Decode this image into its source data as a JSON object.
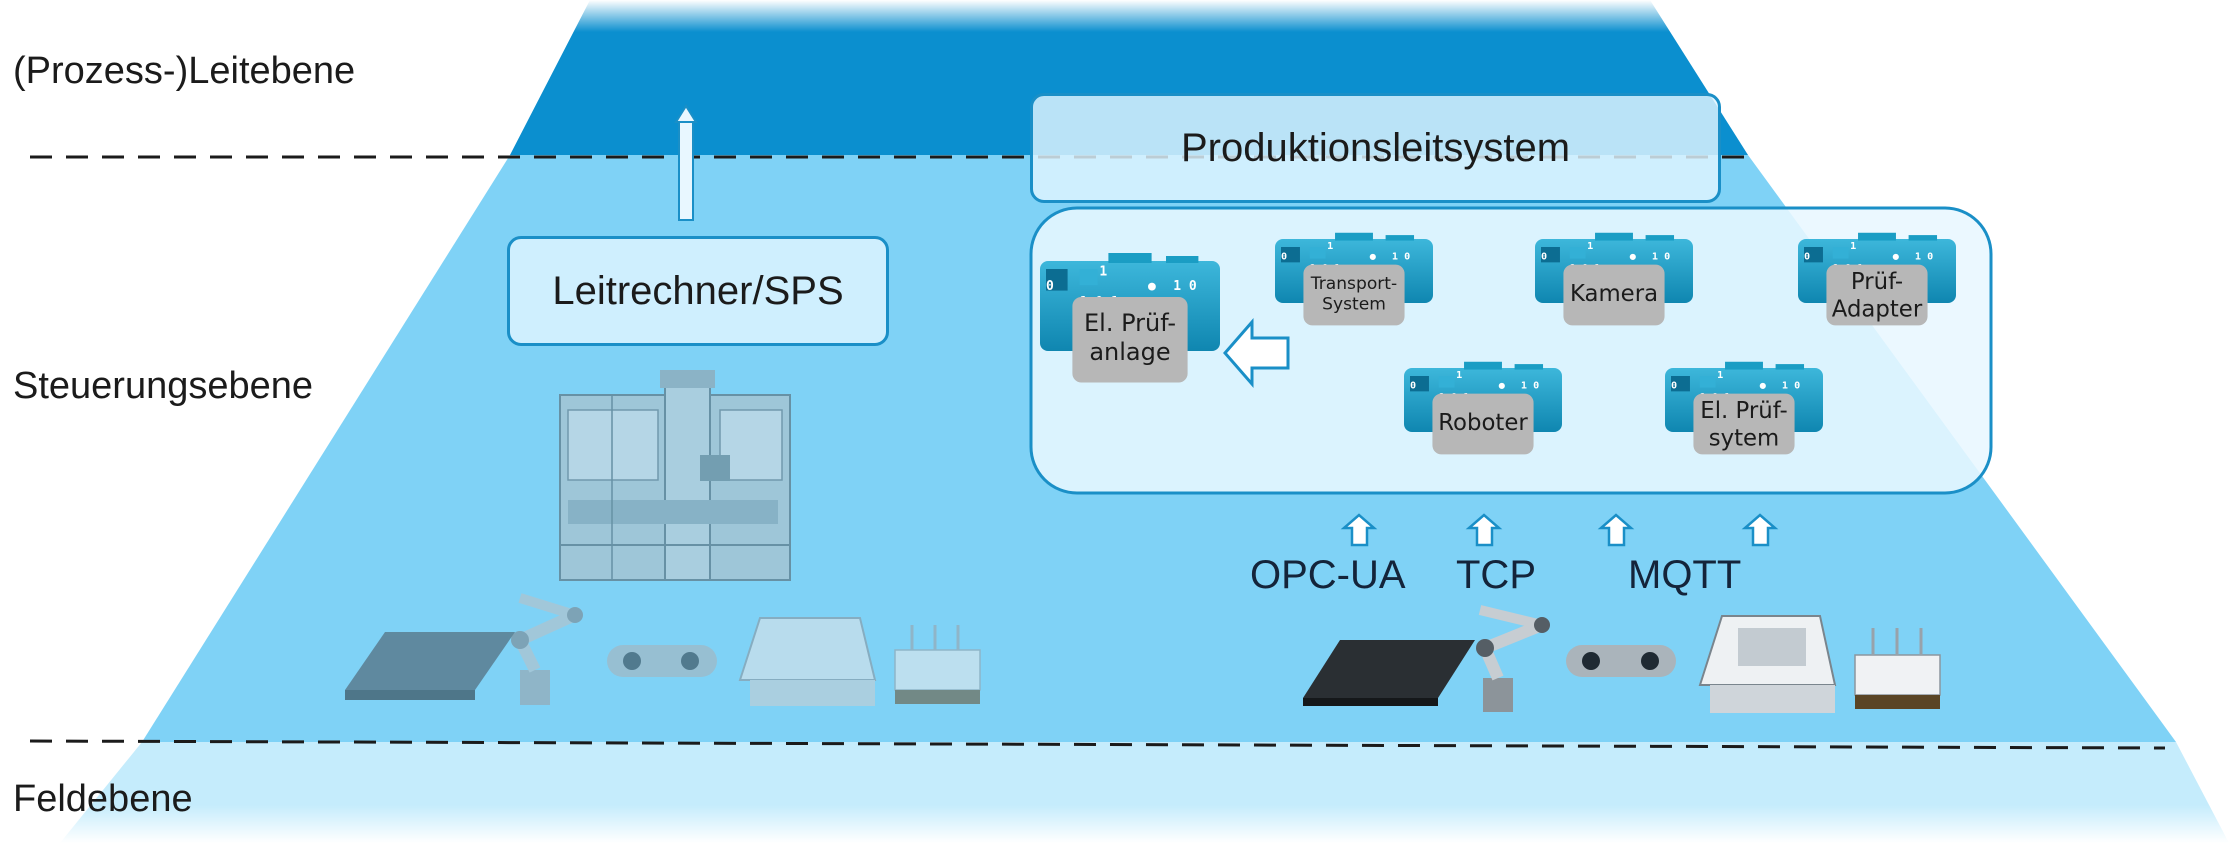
{
  "diagram": {
    "layers": {
      "top": "(Prozess-)Leitebene",
      "middle": "Steuerungsebene",
      "bottom": "Feldebene"
    },
    "leitrechner_label": "Leitrechner/SPS",
    "pls_label": "Produktionsleitsystem",
    "devices": [
      {
        "line1": "El. Prüf-",
        "line2": "anlage"
      },
      {
        "line1": "Transport-",
        "line2": "System"
      },
      {
        "line1": "Kamera",
        "line2": ""
      },
      {
        "line1": "Prüf-",
        "line2": "Adapter"
      },
      {
        "line1": "Roboter",
        "line2": ""
      },
      {
        "line1": "El. Prüf-",
        "line2": "sytem"
      }
    ],
    "device_bits": {
      "left": "0",
      "top": "1",
      "dot": "●",
      "right": "1 0",
      "bottom": "1 0 1"
    },
    "protocols": {
      "opcua": "OPC-UA",
      "tcp": "TCP",
      "mqtt": "MQTT"
    },
    "colors": {
      "leitebene": "#0b8fcf",
      "steuerungsebene": "#7fd2f6",
      "feldebene": "#c5ecfc",
      "accent": "#1a8fc7",
      "device_teal": "#1a9dc4",
      "device_label_bg": "#b7b7b7"
    }
  }
}
